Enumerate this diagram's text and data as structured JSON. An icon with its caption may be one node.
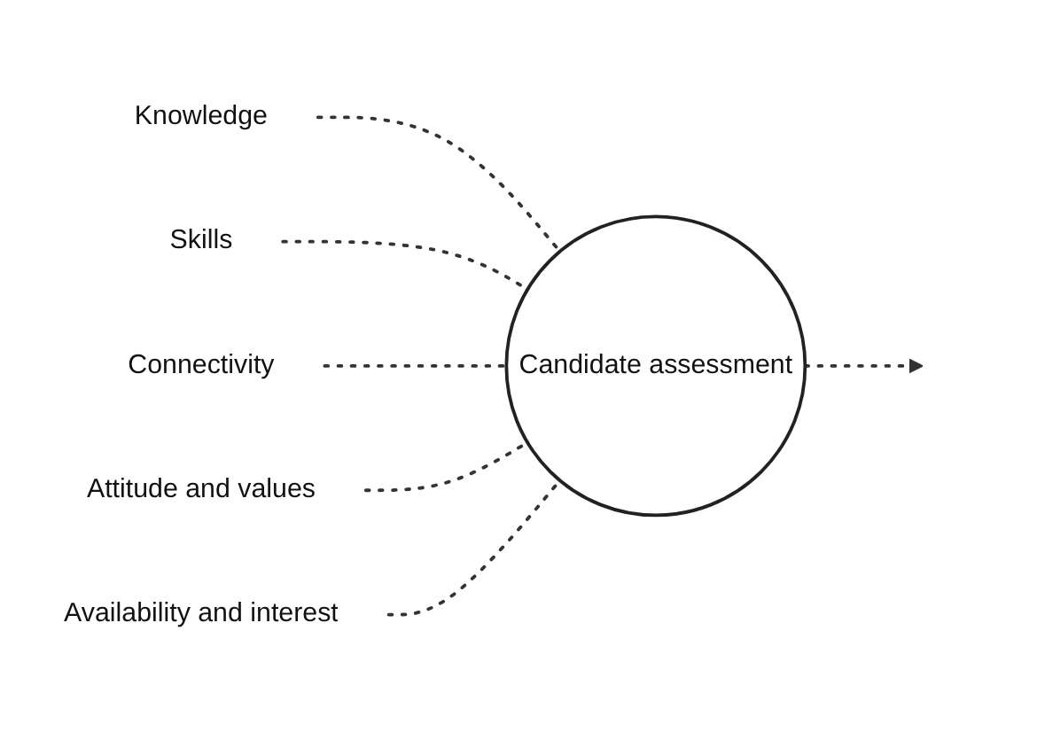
{
  "diagram": {
    "nodes": [
      {
        "text": [
          "Knowledge"
        ]
      },
      {
        "text": [
          "Skills"
        ]
      },
      {
        "text": [
          "Connectivity"
        ]
      },
      {
        "text": [
          "Attitude and values"
        ]
      },
      {
        "text": [
          "Availability and interest"
        ]
      },
      {
        "text": [
          "Candidate assessment"
        ]
      }
    ],
    "edges": [
      {
        "from": 0,
        "to": 5,
        "arrow": "none",
        "style": "dashed"
      },
      {
        "from": 1,
        "to": 5,
        "arrow": "none",
        "style": "dashed"
      },
      {
        "from": 2,
        "to": 5,
        "arrow": "none",
        "style": "dashed"
      },
      {
        "from": 3,
        "to": 5,
        "arrow": "none",
        "style": "dashed"
      },
      {
        "from": 4,
        "to": 5,
        "arrow": "none",
        "style": "dashed"
      },
      {
        "from": 5,
        "to": null,
        "arrow": "to",
        "style": "dashed"
      }
    ]
  }
}
